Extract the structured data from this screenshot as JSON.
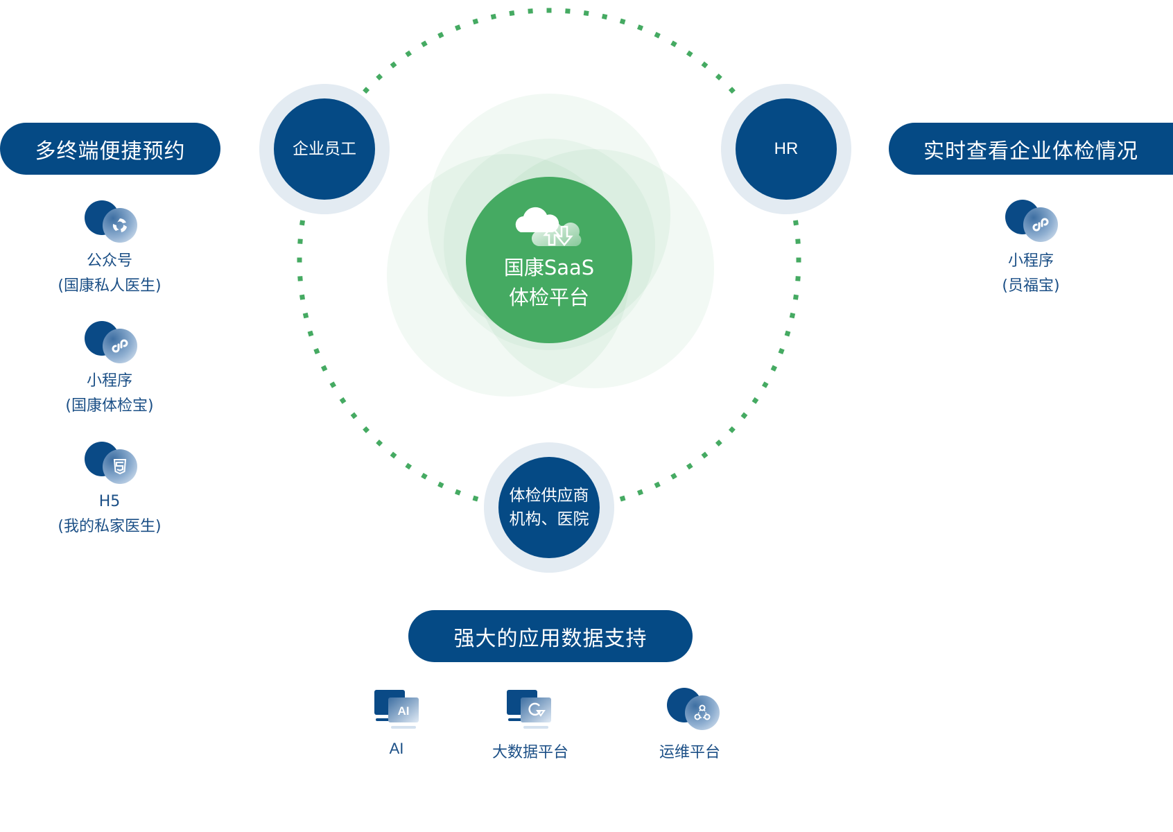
{
  "colors": {
    "navy": "#054a85",
    "text_navy": "#1b4f86",
    "green": "#45aa62",
    "ring": "#e3ebf2",
    "dots": "#45aa62"
  },
  "left_panel": {
    "title": "多终端便捷预约",
    "items": [
      {
        "icon": "wechat-official-account-icon",
        "line1": "公众号",
        "line2": "(国康私人医生)"
      },
      {
        "icon": "mini-program-icon",
        "line1": "小程序",
        "line2": "(国康体检宝)"
      },
      {
        "icon": "html5-icon",
        "line1": "H5",
        "line2": "(我的私家医生)"
      }
    ]
  },
  "right_panel": {
    "title": "实时查看企业体检情况",
    "items": [
      {
        "icon": "mini-program-icon",
        "line1": "小程序",
        "line2": "(员福宝)"
      }
    ]
  },
  "hub": {
    "icon": "cloud-sync-icon",
    "line1": "国康SaaS",
    "line2": "体检平台"
  },
  "nodes": {
    "employee": {
      "line1": "企业员工"
    },
    "hr": {
      "line1": "HR"
    },
    "supplier": {
      "line1": "体检供应商",
      "line2": "机构、医院"
    }
  },
  "bottom_panel": {
    "title": "强大的应用数据支持",
    "items": [
      {
        "icon": "ai-monitor-icon",
        "label": "AI",
        "badge": "AI"
      },
      {
        "icon": "big-data-monitor-icon",
        "label": "大数据平台"
      },
      {
        "icon": "ops-platform-icon",
        "label": "运维平台"
      }
    ]
  }
}
